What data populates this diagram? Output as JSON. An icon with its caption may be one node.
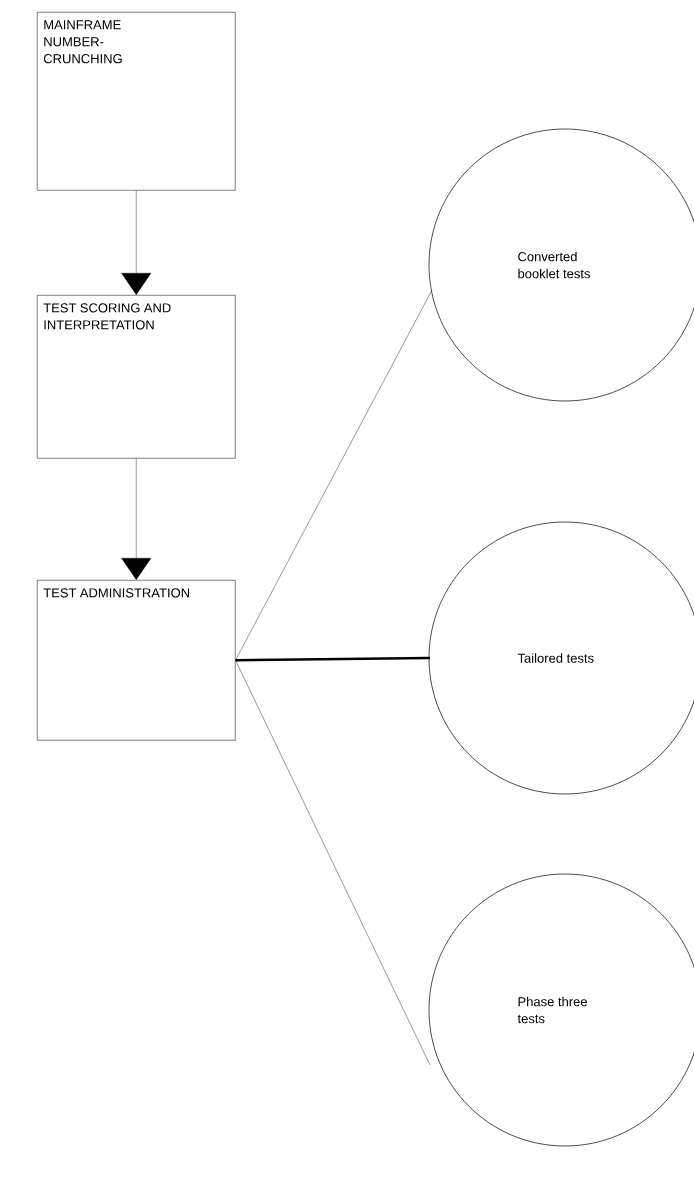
{
  "diagram": {
    "nodes": [
      {
        "text": [
          "MAINFRAME NUMBER-CRUNCHING"
        ]
      },
      {
        "text": [
          "TEST SCORING AND INTERPRETATION"
        ]
      },
      {
        "text": [
          "TEST ADMINISTRATION"
        ]
      },
      {
        "text": [
          "Converted booklet tests"
        ]
      },
      {
        "text": [
          "Tailored tests"
        ]
      },
      {
        "text": [
          "Phase three tests"
        ]
      }
    ],
    "edges": [
      {
        "from": 0,
        "to": 1,
        "arrow": "to"
      },
      {
        "from": 1,
        "to": 2,
        "arrow": "to"
      },
      {
        "from": 2,
        "to": 3,
        "arrow": "none"
      },
      {
        "from": 2,
        "to": 4,
        "arrow": "none",
        "style": "thick"
      },
      {
        "from": 2,
        "to": 5,
        "arrow": "none"
      }
    ]
  }
}
